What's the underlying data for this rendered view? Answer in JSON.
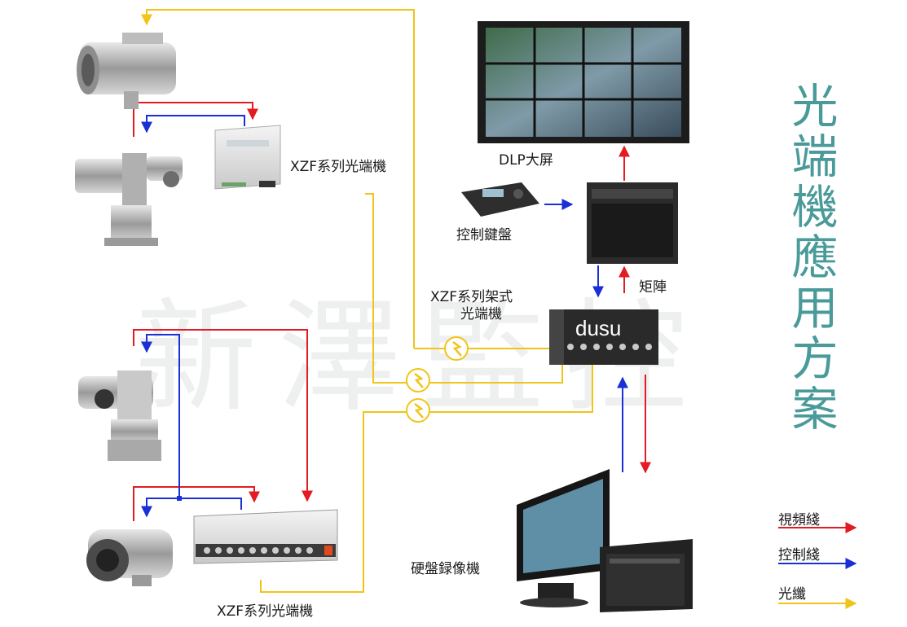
{
  "title": "光端機應用方案",
  "watermark": "新澤監控",
  "labels": {
    "optical_transceiver_top": "XZF系列光端機",
    "dlp_screen": "DLP大屏",
    "control_keyboard": "控制鍵盤",
    "matrix": "矩陣",
    "rack_transceiver_line1": "XZF系列架式",
    "rack_transceiver_line2": "光端機",
    "rack_screen_text": "dusu",
    "dvr": "硬盤録像機",
    "optical_transceiver_bottom": "XZF系列光端機"
  },
  "legend": {
    "video": "視頻綫",
    "control": "控制綫",
    "fiber": "光纖"
  },
  "colors": {
    "video": "#e31b23",
    "control": "#1a2fd6",
    "fiber": "#f0c419",
    "title": "#4a9a9a"
  }
}
